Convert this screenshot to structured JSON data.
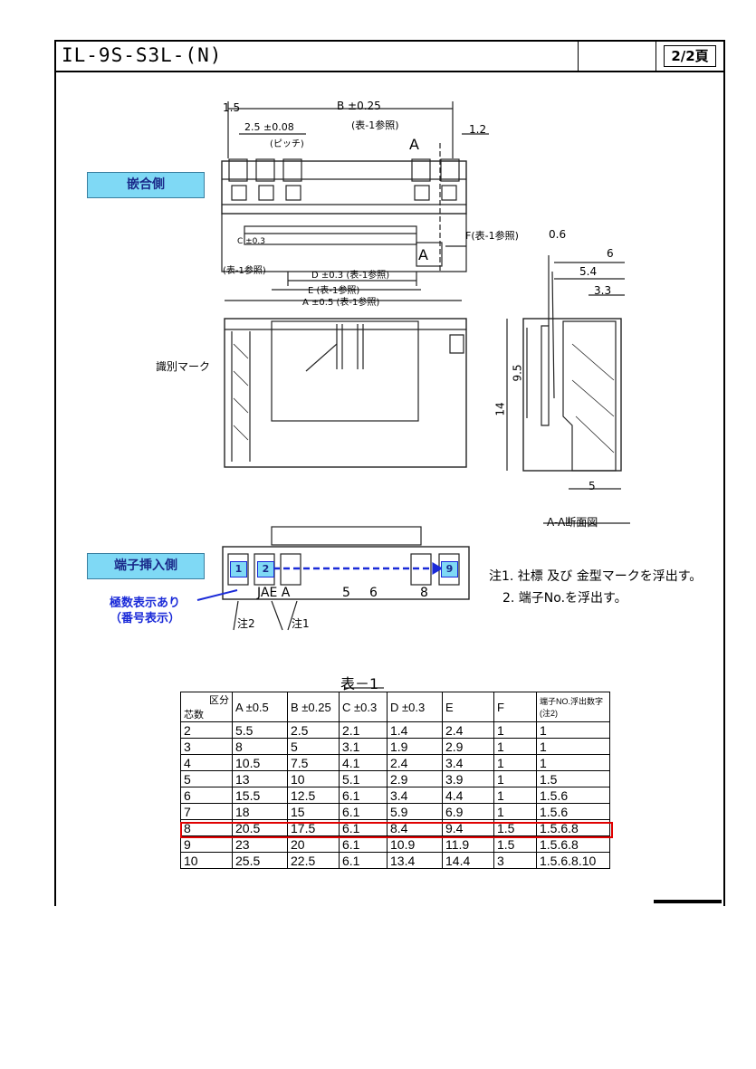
{
  "header": {
    "title": "IL-9S-S3L-(N)",
    "page": "2/2頁"
  },
  "labels": {
    "mating_side": "嵌合側",
    "terminal_insert_side": "端子挿入側",
    "pole_display_line1": "極数表示あり",
    "pole_display_line2": "（番号表示）",
    "id_mark": "識別マーク",
    "section": "A-A断面図"
  },
  "dimensions": {
    "d1_5": "1.5",
    "b_top": "B ±0.25",
    "b_ref": "(表-1参照)",
    "pitch": "2.5 ±0.08",
    "pitch_note": "(ピッチ)",
    "d1_2": "1.2",
    "section_mark": "A",
    "c_ref": "C ±0.3",
    "c_table": "(表-1参照)",
    "f_ref": "F(表-1参照)",
    "d0_6": "0.6",
    "d_ref": "D ±0.3 (表-1参照)",
    "e_ref": "E (表-1参照)",
    "a_ref": "A ±0.5 (表-1参照)",
    "d6": "6",
    "d5_4": "5.4",
    "d3_3": "3.3",
    "d9_5": "9.5",
    "d14": "14",
    "d5": "5"
  },
  "terminal_view": {
    "boxes": [
      "1",
      "2",
      "9"
    ],
    "markings": "JAE A",
    "numbers": [
      "5",
      "6",
      "8"
    ],
    "note1_mark": "注2",
    "note2_mark": "注1"
  },
  "notes": {
    "n1": "注1. 社標 及び 金型マークを浮出す。",
    "n2": "2. 端子No.を浮出す。"
  },
  "table": {
    "title": "表－1",
    "corner_top": "区分",
    "corner_bottom": "芯数",
    "headers": [
      "A ±0.5",
      "B ±0.25",
      "C ±0.3",
      "D ±0.3",
      "E",
      "F",
      "端子NO.浮出数字 (注2)"
    ],
    "rows": [
      [
        "2",
        "5.5",
        "2.5",
        "2.1",
        "1.4",
        "2.4",
        "1",
        "1"
      ],
      [
        "3",
        "8",
        "5",
        "3.1",
        "1.9",
        "2.9",
        "1",
        "1"
      ],
      [
        "4",
        "10.5",
        "7.5",
        "4.1",
        "2.4",
        "3.4",
        "1",
        "1"
      ],
      [
        "5",
        "13",
        "10",
        "5.1",
        "2.9",
        "3.9",
        "1",
        "1.5"
      ],
      [
        "6",
        "15.5",
        "12.5",
        "6.1",
        "3.4",
        "4.4",
        "1",
        "1.5.6"
      ],
      [
        "7",
        "18",
        "15",
        "6.1",
        "5.9",
        "6.9",
        "1",
        "1.5.6"
      ],
      [
        "8",
        "20.5",
        "17.5",
        "6.1",
        "8.4",
        "9.4",
        "1.5",
        "1.5.6.8"
      ],
      [
        "9",
        "23",
        "20",
        "6.1",
        "10.9",
        "11.9",
        "1.5",
        "1.5.6.8"
      ],
      [
        "10",
        "25.5",
        "22.5",
        "6.1",
        "13.4",
        "14.4",
        "3",
        "1.5.6.8.10"
      ]
    ],
    "highlight_color": "#e00000"
  },
  "colors": {
    "label_bg": "#7fd9f5",
    "label_text": "#1a2a8a",
    "arrow_blue": "#1a2ad8"
  }
}
